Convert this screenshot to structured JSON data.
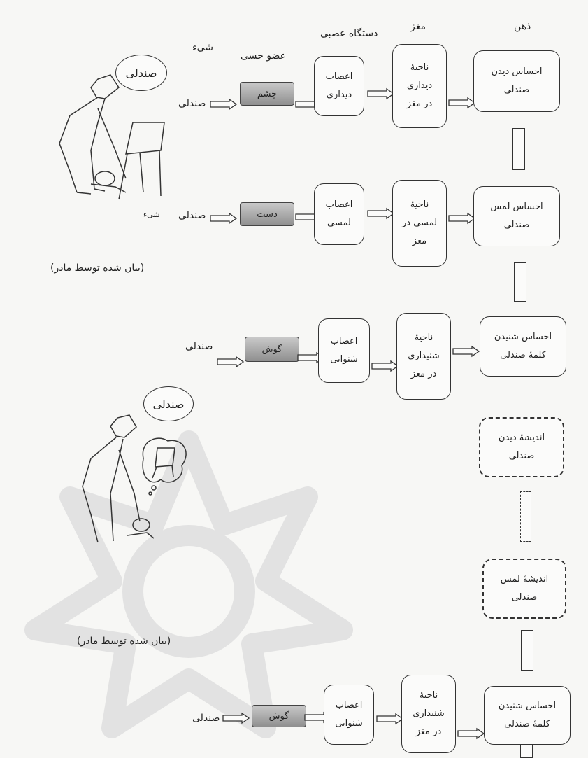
{
  "headers": {
    "mind": "ذهن",
    "brain": "مغز",
    "nervous_system": "دستگاه عصبی",
    "sense_organ": "عضو حسی",
    "object": "شیء"
  },
  "object_word": "صندلی",
  "speech_bubble": "صندلی",
  "picture_object_label": "شیء",
  "caption": "(بیان شده توسط مادر)",
  "rows": {
    "row1": {
      "organ": "چشم",
      "nerve": "اعصاب\nدیداری",
      "brain": "ناحیهٔ\nدیداری\nدر مغز",
      "mind": "احساس دیدن\nصندلی"
    },
    "row2": {
      "organ": "دست",
      "nerve": "اعصاب\nلمسی",
      "brain": "ناحیهٔ\nلمسی در\nمغز",
      "mind": "احساس لمس\nصندلی"
    },
    "row3": {
      "organ": "گوش",
      "nerve": "اعصاب\nشنوایی",
      "brain": "ناحیهٔ\nشنیداری\nدر مغز",
      "mind": "احساس شنیدن\nکلمهٔ صندلی"
    },
    "row4": {
      "organ": "گوش",
      "nerve": "اعصاب\nشنوایی",
      "brain": "ناحیهٔ\nشنیداری\nدر مغز",
      "mind": "احساس شنیدن\nکلمهٔ صندلی"
    }
  },
  "thoughts": {
    "see": "اندیشهٔ دیدن\nصندلی",
    "touch": "اندیشهٔ لمس\nصندلی"
  }
}
